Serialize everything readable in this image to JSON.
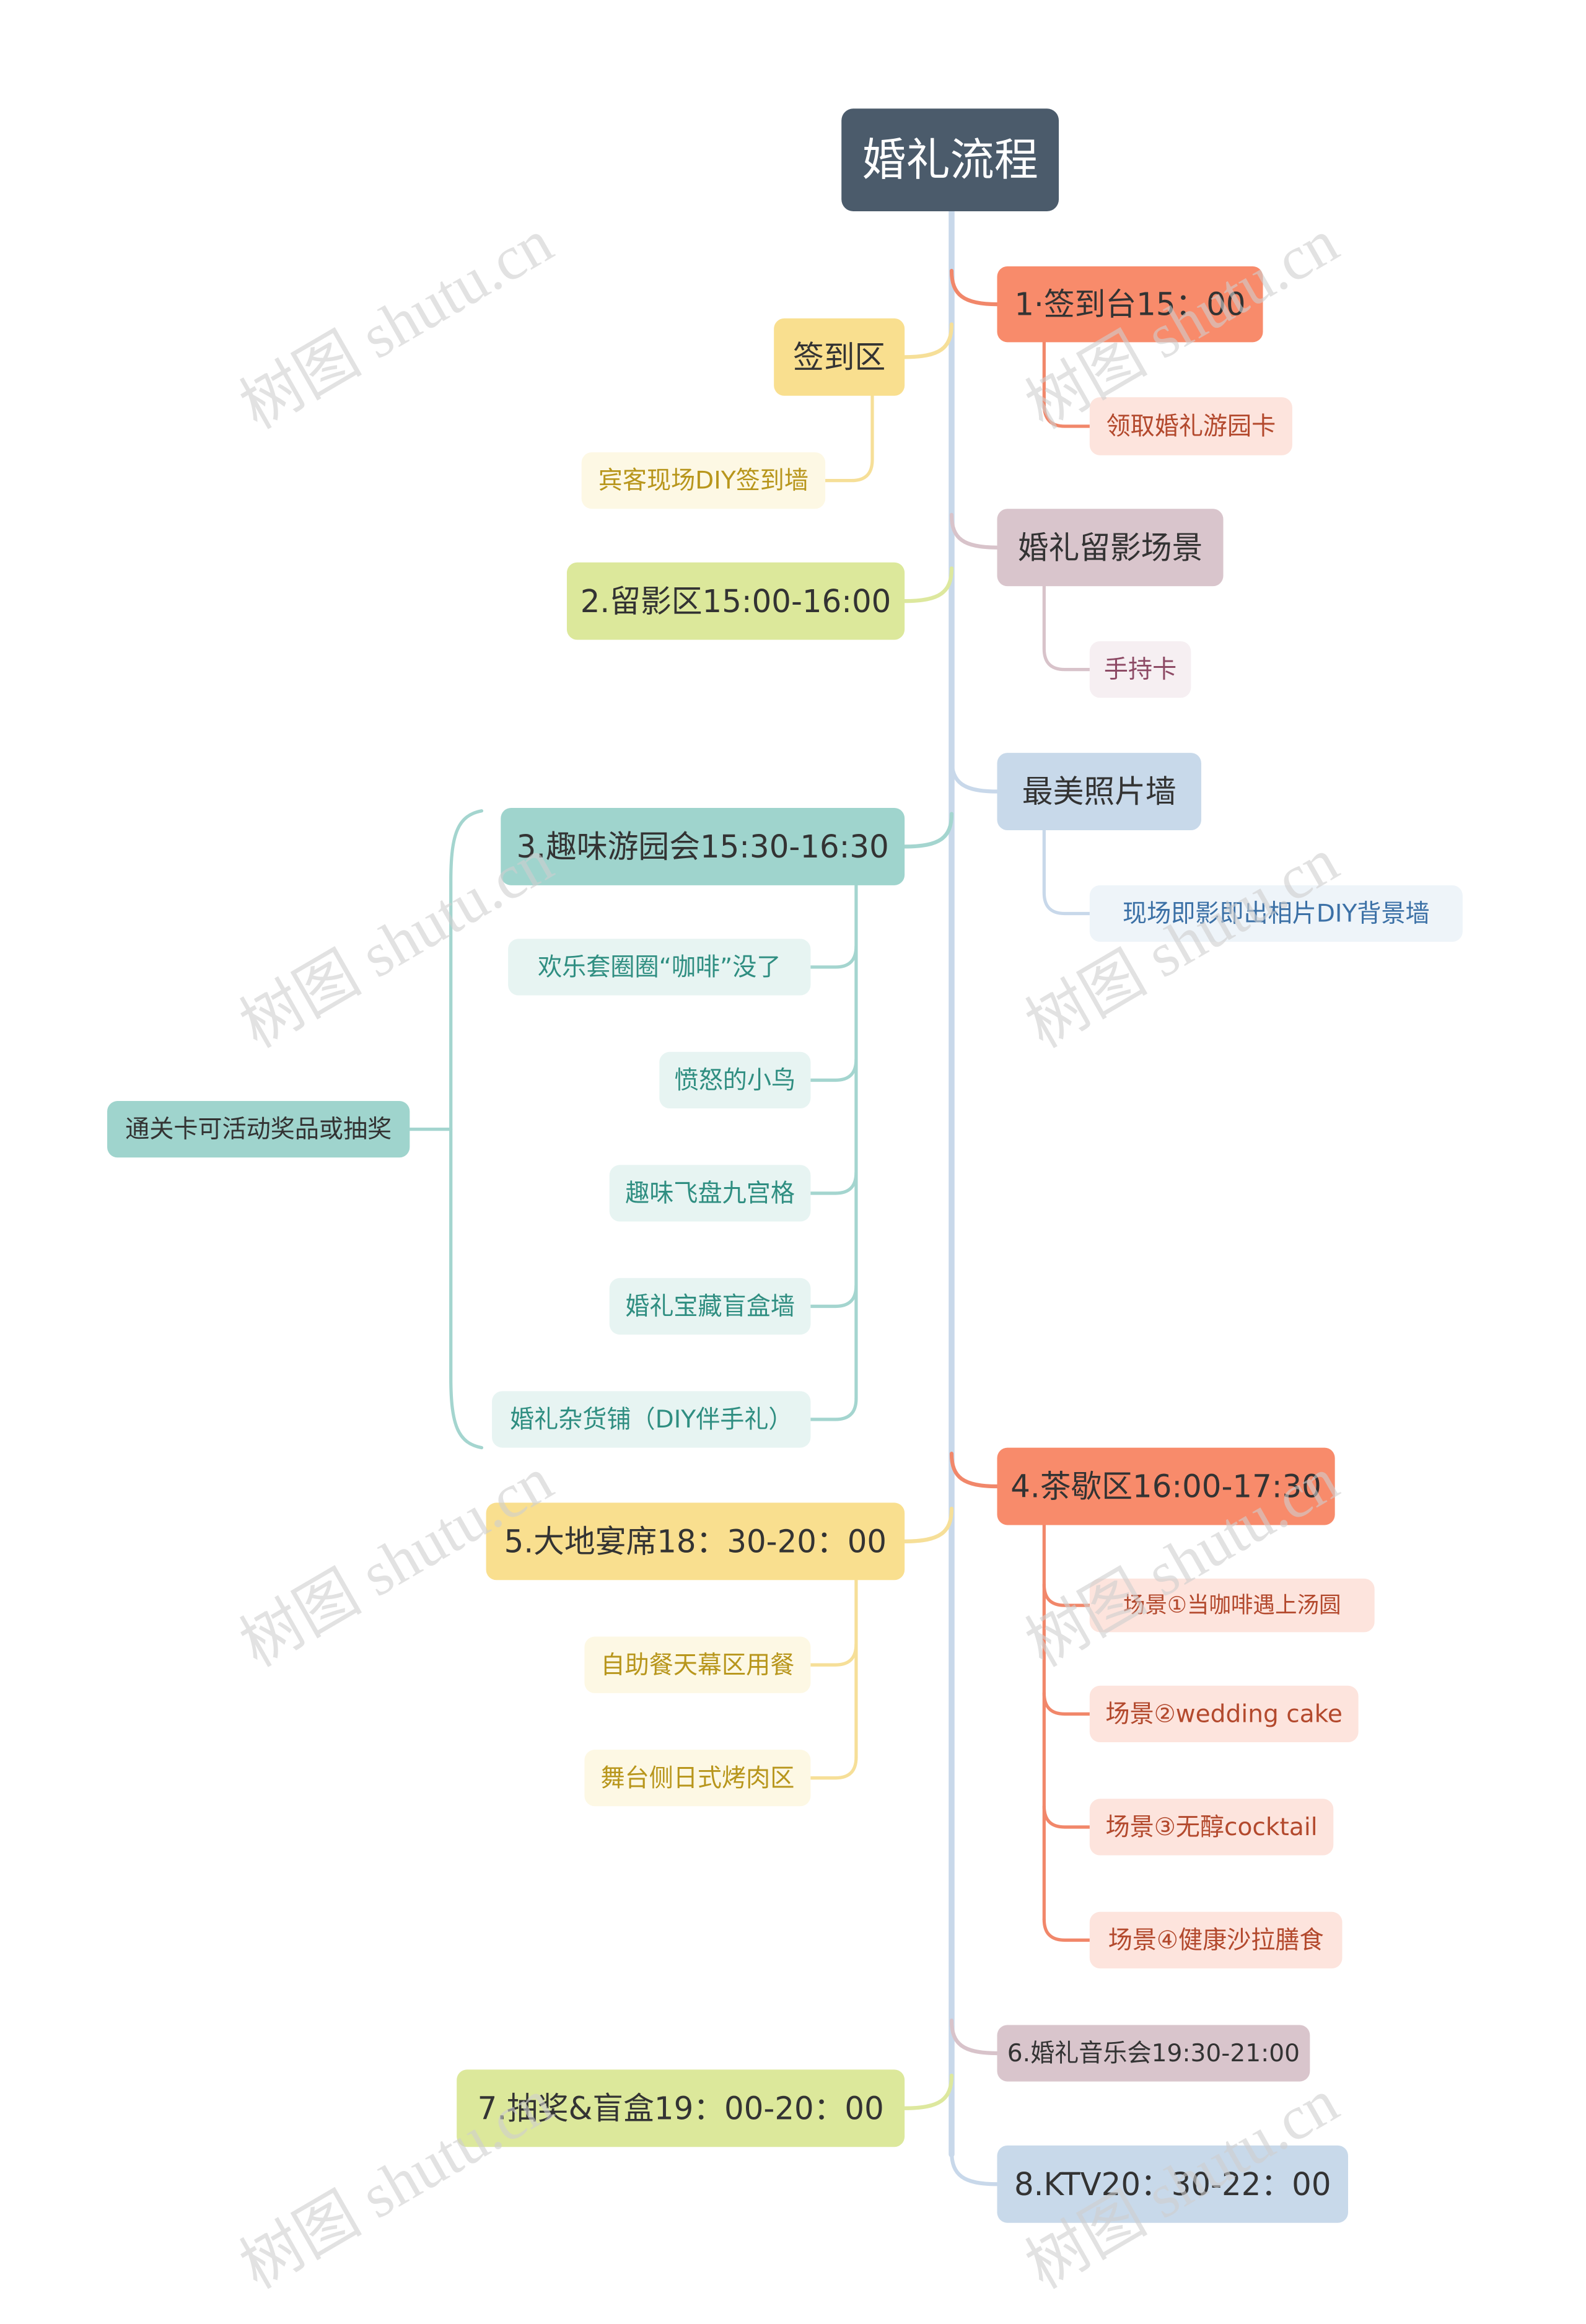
{
  "root": {
    "label": "婚礼流程"
  },
  "right": [
    {
      "label": "1·签到台15：00",
      "children": [
        "领取婚礼游园卡"
      ]
    },
    {
      "label": "婚礼留影场景",
      "children": [
        "手持卡"
      ]
    },
    {
      "label": "最美照片墙",
      "children": [
        "现场即影即出相片DIY背景墙"
      ]
    },
    {
      "label": "4.茶歇区16:00-17:30",
      "children": [
        "场景①当咖啡遇上汤圆",
        "场景②wedding cake",
        "场景③无醇cocktail",
        "场景④健康沙拉膳食"
      ]
    },
    {
      "label": "6.婚礼音乐会19:30-21:00",
      "children": []
    },
    {
      "label": "8.KTV20：30-22：00",
      "children": []
    }
  ],
  "left": [
    {
      "label": "签到区",
      "children": [
        "宾客现场DIY签到墙"
      ]
    },
    {
      "label": "2.留影区15:00-16:00",
      "children": []
    },
    {
      "label": "3.趣味游园会15:30-16:30",
      "children": [
        "欢乐套圈圈“咖啡”没了",
        "愤怒的小鸟",
        "趣味飞盘九宫格",
        "婚礼宝藏盲盒墙",
        "婚礼杂货铺（DIY伴手礼）"
      ],
      "summary": "通关卡可活动奖品或抽奖"
    },
    {
      "label": "5.大地宴席18：30-20：00",
      "children": [
        "自助餐天幕区用餐",
        "舞台侧日式烤肉区"
      ]
    },
    {
      "label": "7.抽奖&盲盒19：00-20：00",
      "children": []
    }
  ],
  "watermark": "树图 shutu.cn",
  "colors": {
    "root": {
      "fill": "#4b5b6b",
      "text": "#ffffff"
    },
    "trunk": "#c8d8ea",
    "topic_text": "#333333",
    "coral": {
      "fill": "#f88b6b",
      "line": "#f1876a",
      "child_fill": "#fde4dd",
      "child_text": "#b3492d"
    },
    "mauve": {
      "fill": "#d9c5cc",
      "line": "#d8c3ca",
      "child_fill": "#f6eff2",
      "child_text": "#8d4a65"
    },
    "blue": {
      "fill": "#c8d9ea",
      "line": "#c8d8ea",
      "child_fill": "#eef4f9",
      "child_text": "#3b70a6"
    },
    "yellow": {
      "fill": "#f9df8f",
      "line": "#f6df98",
      "child_fill": "#fdf8e4",
      "child_text": "#b8961c"
    },
    "green": {
      "fill": "#dce89b",
      "line": "#dde89e"
    },
    "teal": {
      "fill": "#9fd4cd",
      "line": "#a4d5cf",
      "child_fill": "#e7f4f2",
      "child_text": "#2f8e81"
    },
    "watermark": "#cfcfcf"
  }
}
